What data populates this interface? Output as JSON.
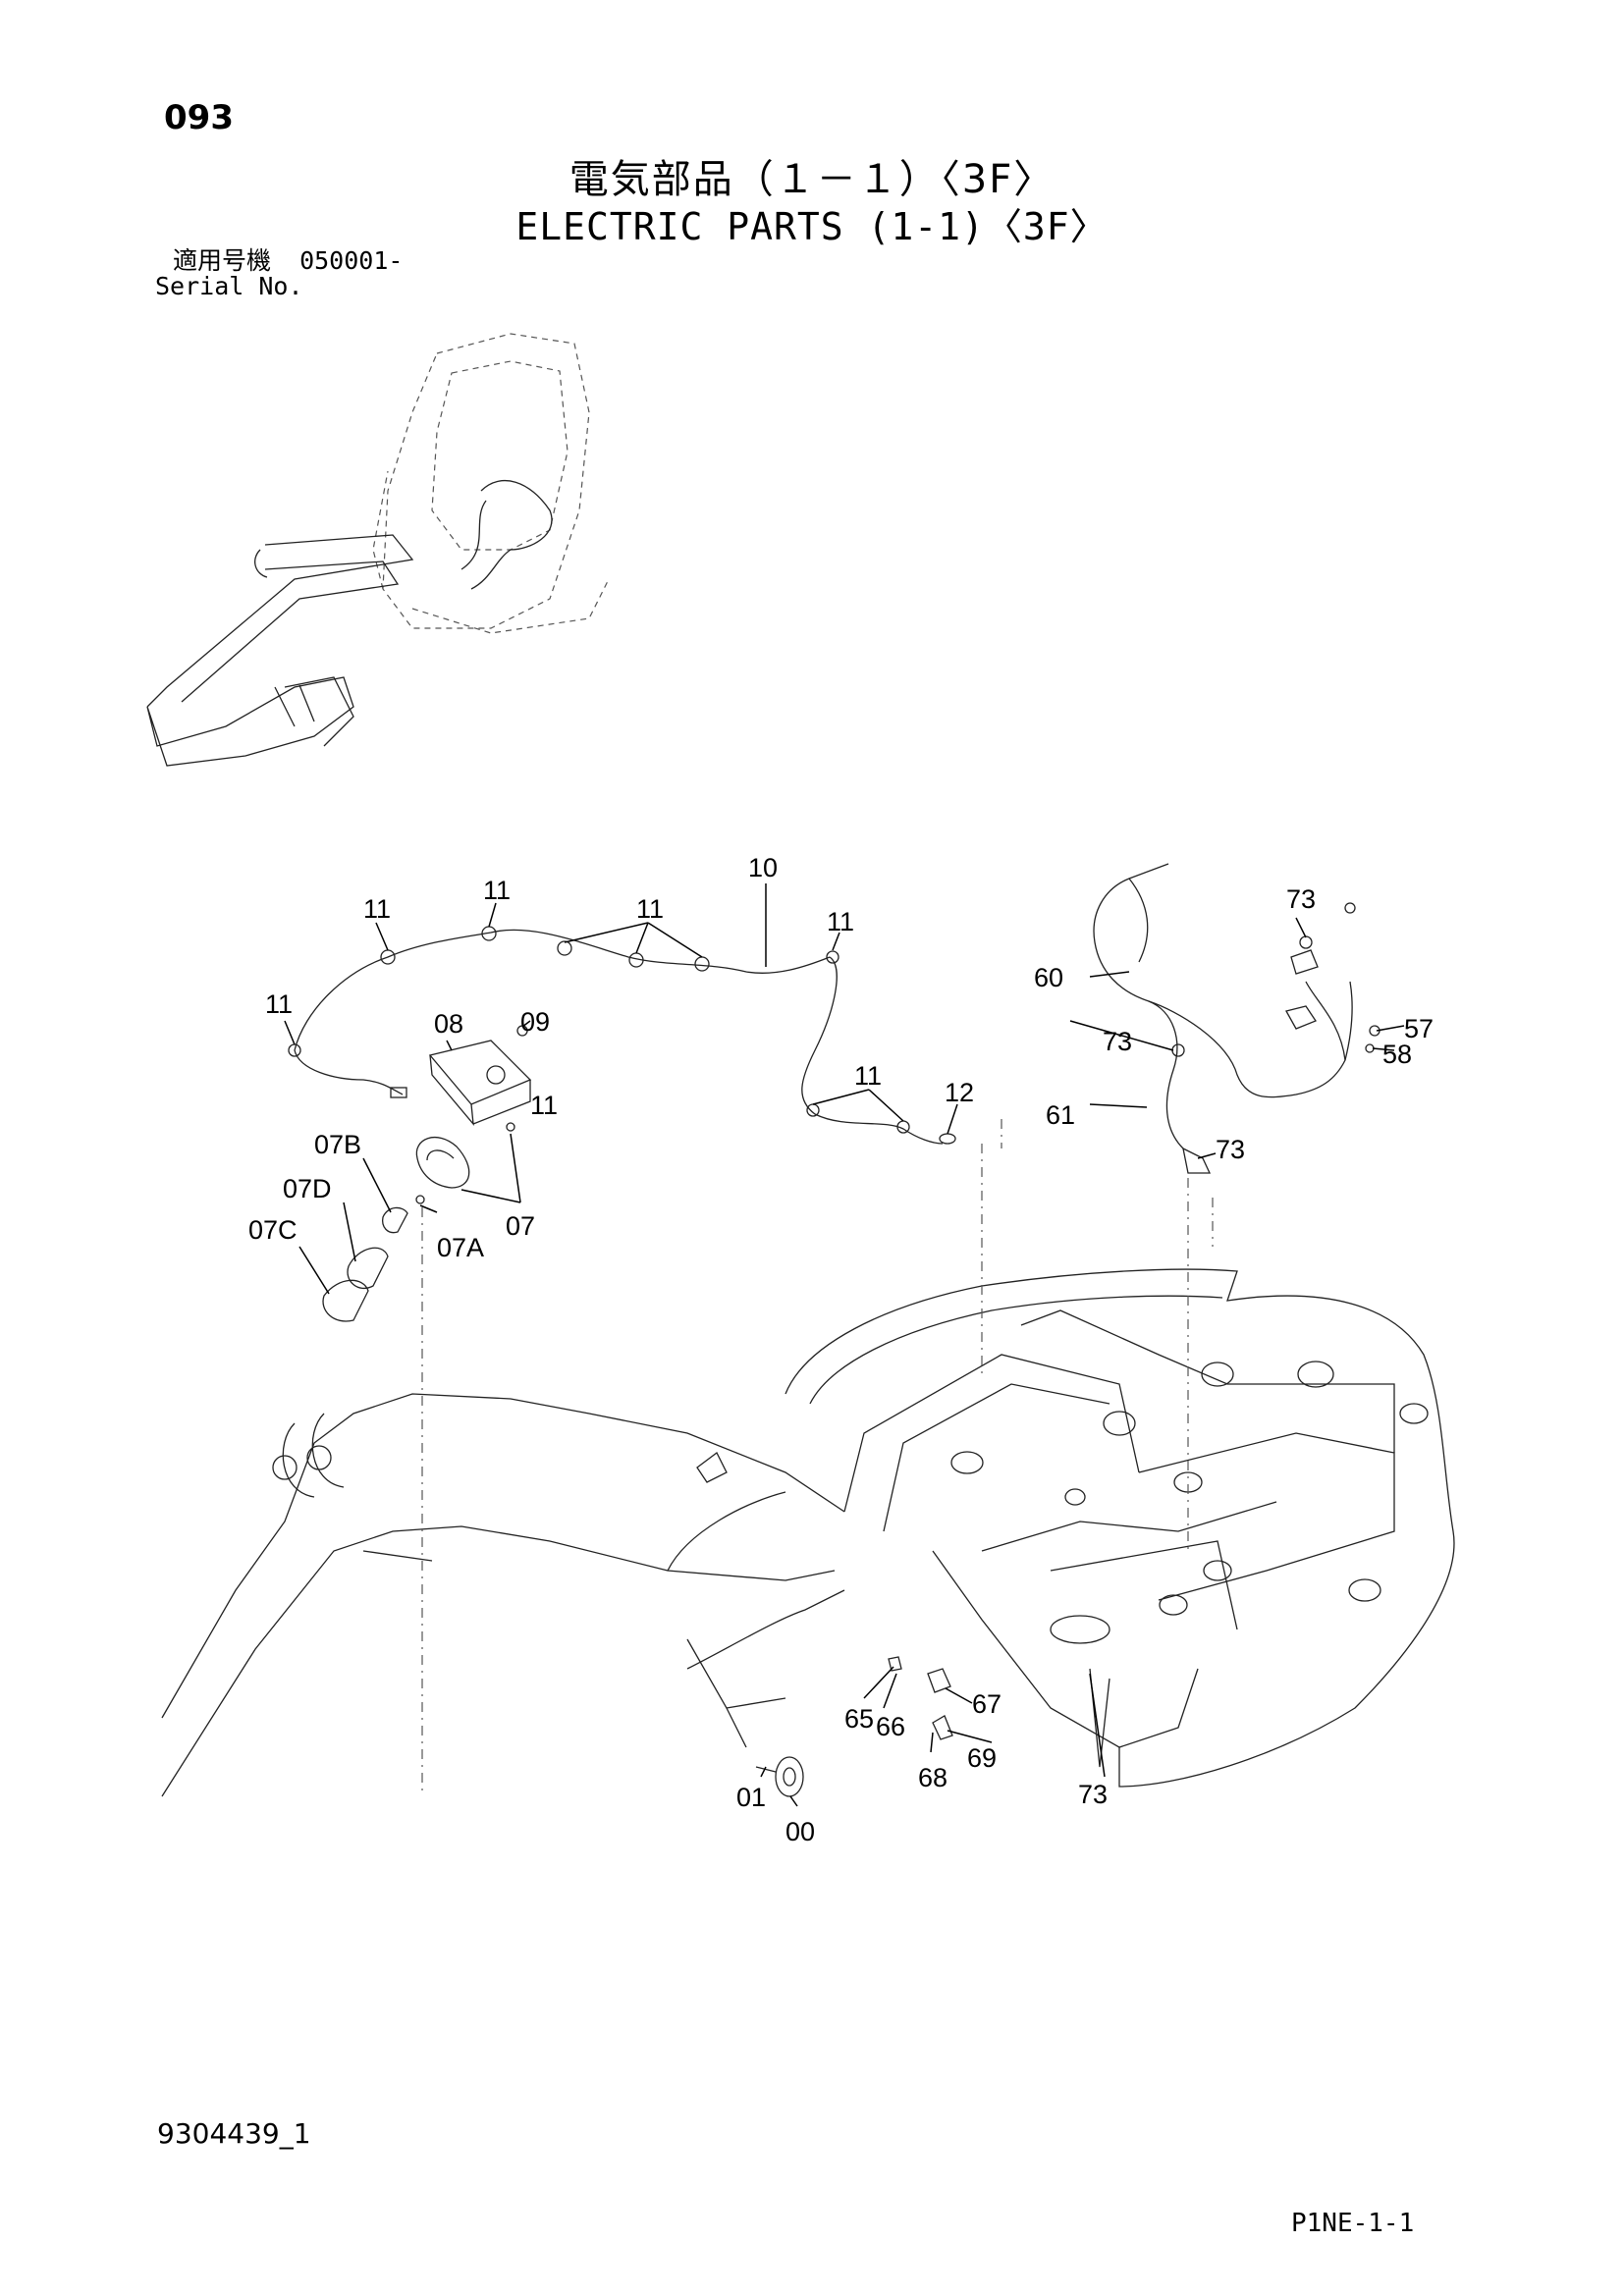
{
  "header": {
    "page_number": "093",
    "title_jp": "電気部品（１－１）〈3F〉",
    "title_en": "ELECTRIC PARTS (1-1)〈3F〉"
  },
  "serial": {
    "label_jp": "適用号機",
    "value": "050001-",
    "label_en": "Serial No."
  },
  "callouts": {
    "c10": "10",
    "c11a": "11",
    "c11b": "11",
    "c11c": "11",
    "c11d": "11",
    "c11e": "11",
    "c11f": "11",
    "c11g": "11",
    "c12": "12",
    "c08": "08",
    "c09": "09",
    "c07": "07",
    "c07a": "07A",
    "c07b": "07B",
    "c07c": "07C",
    "c07d": "07D",
    "c60": "60",
    "c61": "61",
    "c73a": "73",
    "c73b": "73",
    "c73c": "73",
    "c73d": "73",
    "c57": "57",
    "c58": "58",
    "c65": "65",
    "c66": "66",
    "c67": "67",
    "c68": "68",
    "c69": "69",
    "c00": "00",
    "c01": "01"
  },
  "footer": {
    "doc_number": "9304439_1",
    "page_code": "P1NE-1-1"
  }
}
